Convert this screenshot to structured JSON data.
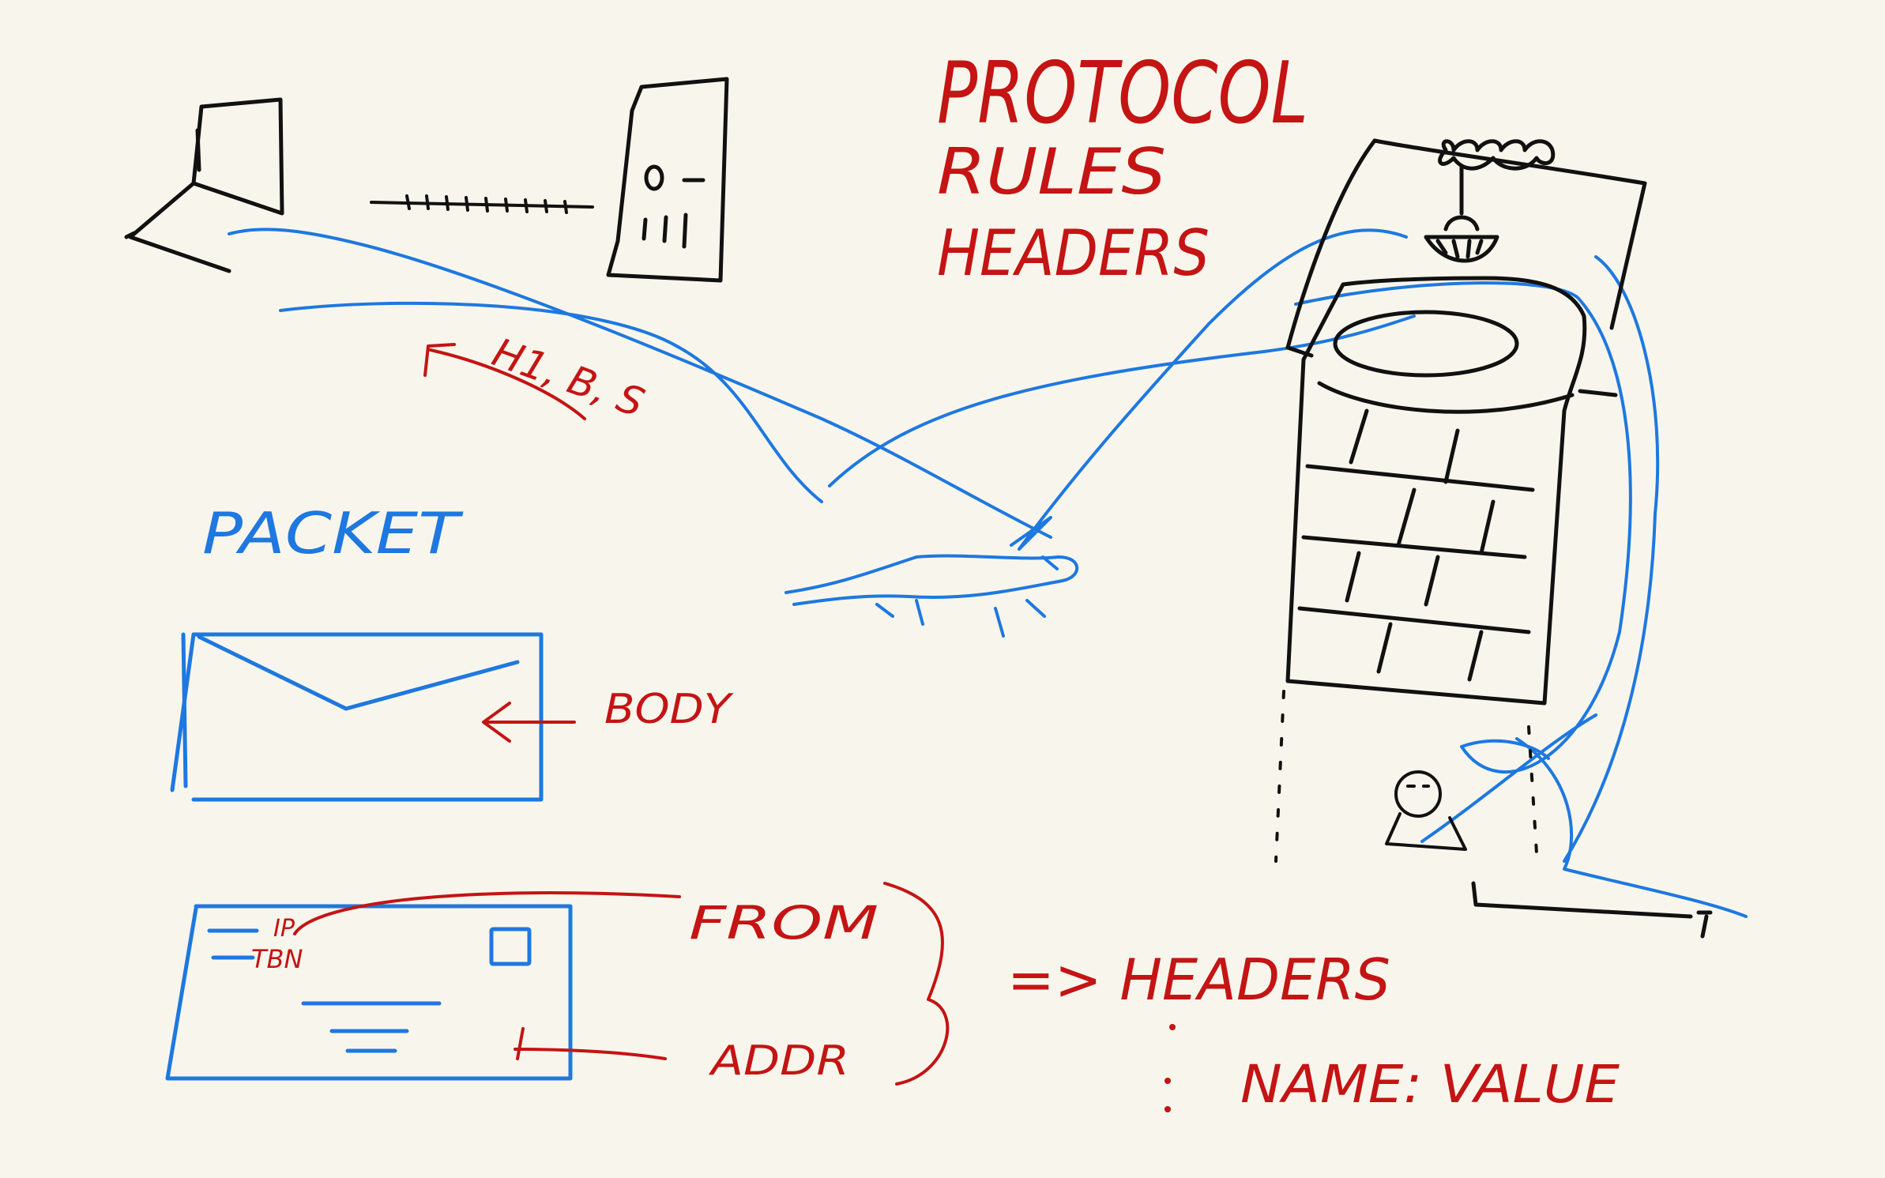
{
  "title_lines": [
    "PROTOCOL",
    "RULES",
    "HEADERS"
  ],
  "arc_label": "H1, B, S",
  "packet_label": "PACKET",
  "body_label": "BODY",
  "from_label": "FROM",
  "addr_label": "ADDR",
  "headers_label": "=> HEADERS",
  "name_value_label": "NAME: VALUE",
  "envelope_back_text": [
    "IP",
    "TBN"
  ],
  "colors": {
    "background": "#f8f6ec",
    "black_ink": "#111111",
    "blue_ink": "#1e78e0",
    "red_ink": "#c41414"
  },
  "icons": [
    "laptop-icon",
    "server-icon",
    "envelope-icon",
    "postcard-icon",
    "bird-icon",
    "tower-icon",
    "person-icon"
  ]
}
